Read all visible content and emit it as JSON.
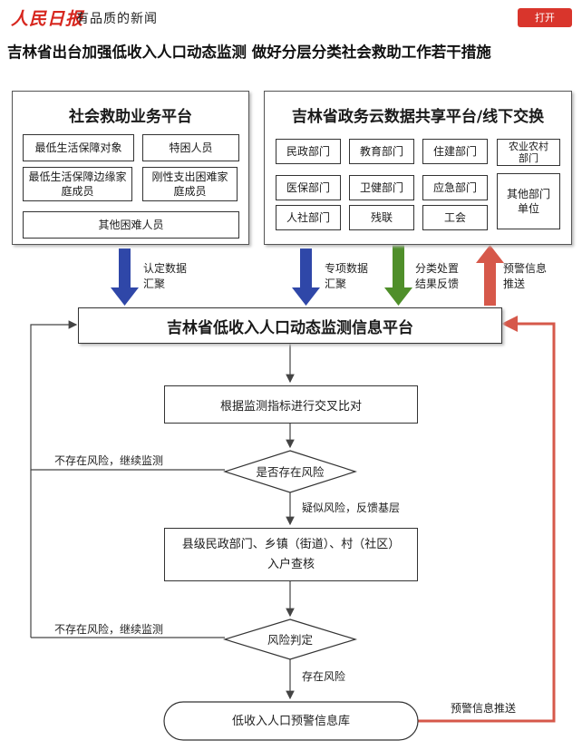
{
  "header": {
    "logo": "人民日报",
    "slogan": "有品质的新闻",
    "open_button": "打开"
  },
  "title": "吉林省出台加强低收入人口动态监测 做好分层分类社会救助工作若干措施",
  "social_platform": {
    "title": "社会救助业务平台",
    "items": [
      "最低生活保障对象",
      "特困人员",
      "最低生活保障边缘家庭成员",
      "刚性支出困难家庭成员",
      "其他困难人员"
    ]
  },
  "gov_platform": {
    "title": "吉林省政务云数据共享平台/线下交换",
    "items": [
      "民政部门",
      "教育部门",
      "住建部门",
      "农业农村部门",
      "医保部门",
      "卫健部门",
      "应急部门",
      "其他部门单位",
      "人社部门",
      "残联",
      "工会"
    ]
  },
  "arrows": {
    "a1": "认定数据汇聚",
    "a2": "专项数据汇聚",
    "a3": "分类处置结果反馈",
    "a4": "预警信息推送"
  },
  "main_platform": "吉林省低收入人口动态监测信息平台",
  "flow": {
    "step1": "根据监测指标进行交叉比对",
    "decision1": "是否存在风险",
    "no_risk_1": "不存在风险，继续监测",
    "suspect": "疑似风险，反馈基层",
    "step2_line1": "县级民政部门、乡镇（街道）、村（社区）",
    "step2_line2": "入户查核",
    "decision2": "风险判定",
    "no_risk_2": "不存在风险，继续监测",
    "has_risk": "存在风险",
    "database": "低收入人口预警信息库",
    "push": "预警信息推送"
  },
  "colors": {
    "blue": "#2f47a8",
    "green": "#4f8f2a",
    "red": "#d6584a",
    "brand_red": "#d7261e"
  }
}
